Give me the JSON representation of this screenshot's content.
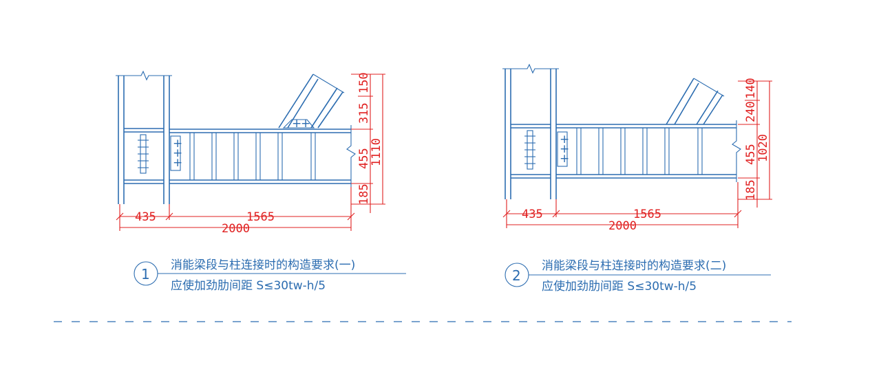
{
  "detail1": {
    "number": "1",
    "caption_line1": "消能梁段与柱连接时的构造要求(一)",
    "caption_line2": "应使加劲肋间距 S≤30tw-h/5",
    "dims_h": {
      "left": "435",
      "right": "1565",
      "total": "2000"
    },
    "dims_v": {
      "a": "150",
      "b": "315",
      "c": "455",
      "d": "185",
      "total": "1110"
    }
  },
  "detail2": {
    "number": "2",
    "caption_line1": "消能梁段与柱连接时的构造要求(二)",
    "caption_line2": "应使加劲肋间距 S≤30tw-h/5",
    "dims_h": {
      "left": "435",
      "right": "1565",
      "total": "2000"
    },
    "dims_v": {
      "a": "140",
      "b": "240",
      "c": "455",
      "d": "185",
      "total": "1020"
    }
  },
  "colors": {
    "drawing": "#2b6cb0",
    "dimension": "#e02020"
  }
}
